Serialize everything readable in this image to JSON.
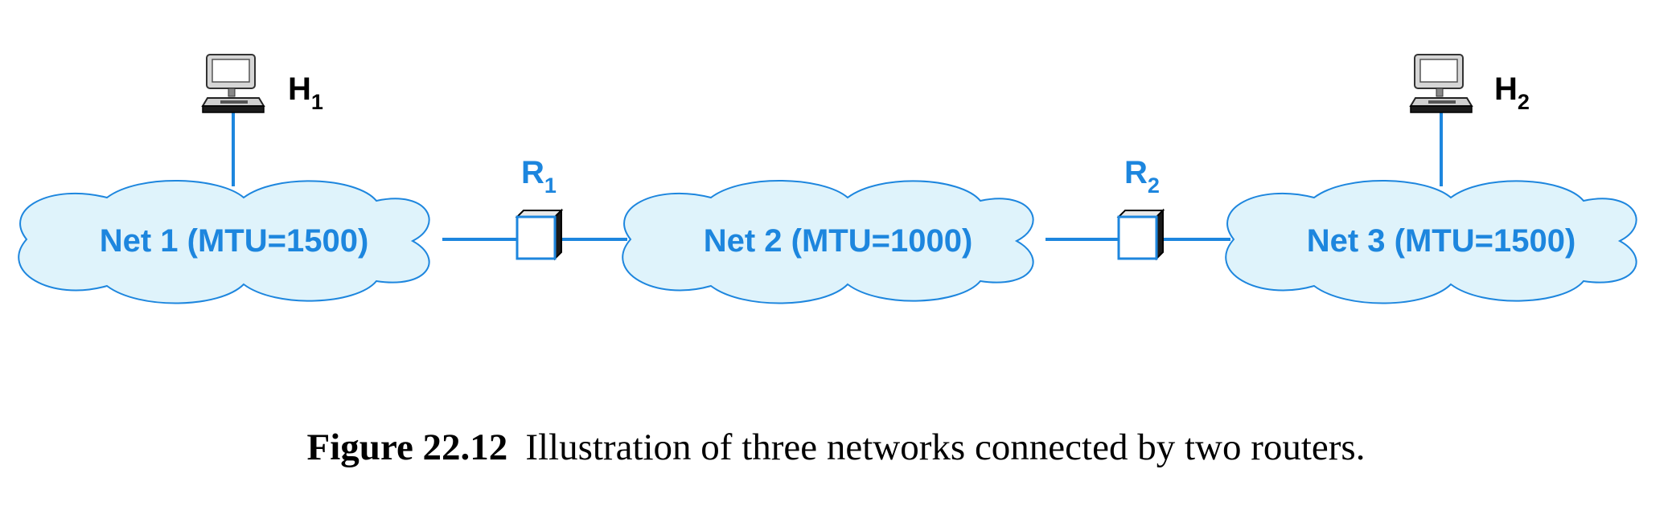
{
  "networks": [
    {
      "label": "Net 1 (MTU=1500)"
    },
    {
      "label": "Net 2 (MTU=1000)"
    },
    {
      "label": "Net 3 (MTU=1500)"
    }
  ],
  "routers": [
    {
      "letter": "R",
      "index": "1"
    },
    {
      "letter": "R",
      "index": "2"
    }
  ],
  "hosts": [
    {
      "letter": "H",
      "index": "1"
    },
    {
      "letter": "H",
      "index": "2"
    }
  ],
  "caption": {
    "number": "Figure 22.12",
    "text": "Illustration of three networks connected by two routers."
  },
  "colors": {
    "network": "#1d86de",
    "cloud_fill": "#dff3fb",
    "host_label": "#000000"
  },
  "icons": {
    "host": "computer-icon",
    "router": "router-box-icon"
  }
}
